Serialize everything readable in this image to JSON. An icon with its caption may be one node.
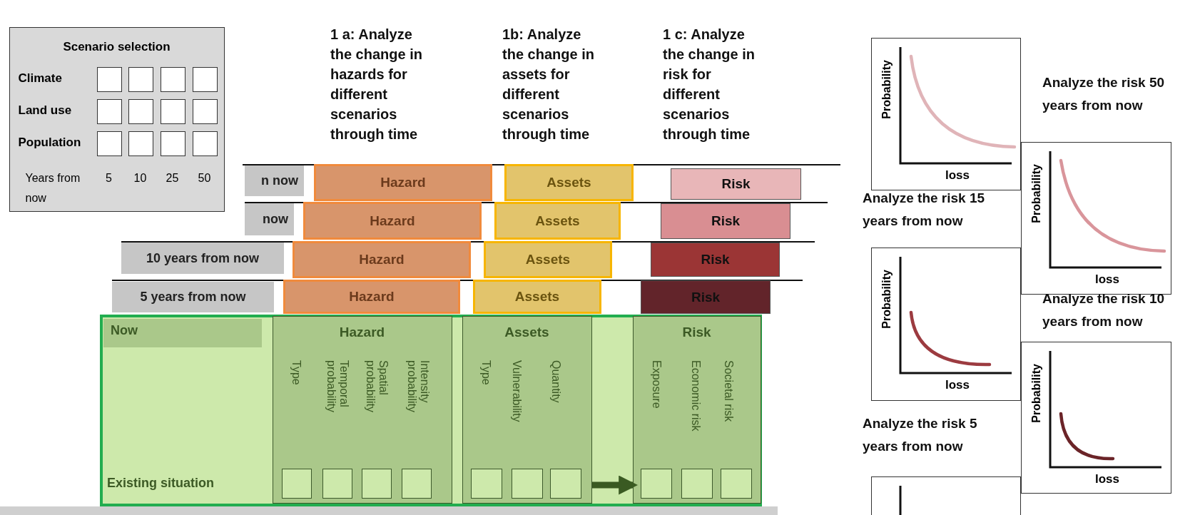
{
  "diagram": {
    "nodes": [
      {
        "text": [
          "Scenario selection",
          "Climate",
          "Land use",
          "Population",
          "Years from now",
          "5",
          "10",
          "25",
          "50"
        ]
      },
      {
        "text": [],
        "shape": "box",
        "in": 0
      },
      {
        "text": [],
        "shape": "box",
        "in": 0
      },
      {
        "text": [],
        "shape": "box",
        "in": 0
      },
      {
        "text": [],
        "shape": "box",
        "in": 0
      },
      {
        "text": [],
        "shape": "box",
        "in": 0
      },
      {
        "text": [],
        "shape": "box",
        "in": 0
      },
      {
        "text": [],
        "shape": "box",
        "in": 0
      },
      {
        "text": [],
        "shape": "box",
        "in": 0
      },
      {
        "text": [],
        "shape": "box",
        "in": 0
      },
      {
        "text": [],
        "shape": "box",
        "in": 0
      },
      {
        "text": [],
        "shape": "box",
        "in": 0
      },
      {
        "text": [],
        "shape": "box",
        "in": 0
      },
      {
        "text": [
          "n now"
        ]
      },
      {
        "text": [
          "Hazard"
        ]
      },
      {
        "text": [
          "Assets"
        ]
      },
      {
        "text": [
          "Risk"
        ]
      },
      {
        "text": [
          "now"
        ]
      },
      {
        "text": [
          "Hazard"
        ]
      },
      {
        "text": [
          "Assets"
        ]
      },
      {
        "text": [
          "Risk"
        ]
      },
      {
        "text": [
          "10 years from now"
        ]
      },
      {
        "text": [
          "Hazard"
        ]
      },
      {
        "text": [
          "Assets"
        ]
      },
      {
        "text": [
          "Risk"
        ]
      },
      {
        "text": [
          "5 years from now"
        ]
      },
      {
        "text": [
          "Hazard"
        ]
      },
      {
        "text": [
          "Assets"
        ]
      },
      {
        "text": [
          "Risk"
        ]
      },
      {
        "text": [
          "Now",
          "Existing situation"
        ]
      },
      {
        "text": [
          "Hazard",
          "Type",
          "Temporal probability",
          "Spatial probability",
          "Intensity probability"
        ],
        "in": 29
      },
      {
        "text": [],
        "shape": "box",
        "in": 30
      },
      {
        "text": [],
        "shape": "box",
        "in": 30
      },
      {
        "text": [],
        "shape": "box",
        "in": 30
      },
      {
        "text": [],
        "shape": "box",
        "in": 30
      },
      {
        "text": [
          "Assets",
          "Type",
          "Vulnerability",
          "Quantity"
        ],
        "in": 29
      },
      {
        "text": [],
        "shape": "box",
        "in": 35
      },
      {
        "text": [],
        "shape": "box",
        "in": 35
      },
      {
        "text": [],
        "shape": "box",
        "in": 35
      },
      {
        "text": [
          "Risk",
          "Exposure",
          "Economic  risk",
          "Societal risk"
        ],
        "in": 29
      },
      {
        "text": [],
        "shape": "box",
        "in": 39
      },
      {
        "text": [],
        "shape": "box",
        "in": 39
      },
      {
        "text": [],
        "shape": "box",
        "in": 39
      },
      {
        "text": [
          "Probability",
          "loss"
        ]
      },
      {
        "text": [
          "Probability",
          "loss"
        ]
      },
      {
        "text": [
          "Probability",
          "loss"
        ]
      },
      {
        "text": [
          "Probability",
          "loss"
        ]
      },
      {
        "text": [],
        "shape": "picture"
      }
    ],
    "edges": [
      {
        "from": 35,
        "to": 39,
        "arrow": "to"
      }
    ],
    "labels": [
      "1 a: Analyze the change in hazards for different scenarios through time",
      "1b: Analyze the change in assets for different scenarios through time",
      "1 c: Analyze the change in risk for different scenarios through time",
      "Analyze the risk 50 years from now",
      "Analyze the risk 15 years from now",
      "Analyze the risk 10 years from now",
      "Analyze the risk 5 years from now"
    ]
  }
}
